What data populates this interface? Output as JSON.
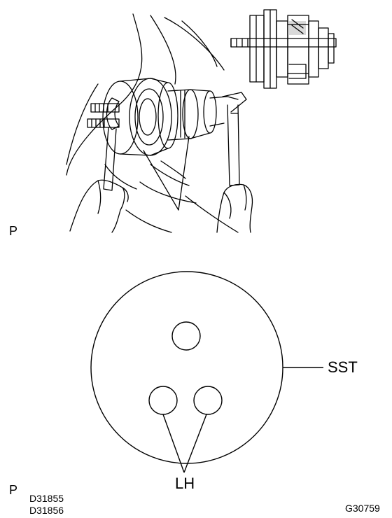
{
  "figure_top": {
    "mark": "P",
    "code": "D31855"
  },
  "figure_bottom": {
    "mark": "P",
    "code": "D31856",
    "callouts": {
      "tool": "SST",
      "holes": "LH"
    }
  },
  "document_code": "G30759"
}
